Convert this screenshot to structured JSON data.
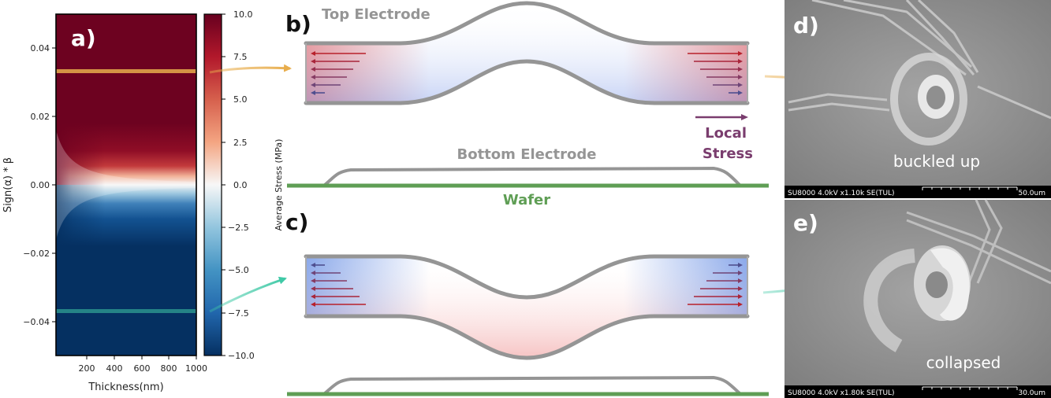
{
  "panel_labels": {
    "a": "a)",
    "b": "b)",
    "c": "c)",
    "d": "d)",
    "e": "e)"
  },
  "heatmap": {
    "xlabel": "Thickness(nm)",
    "ylabel": "Sign(α) * β",
    "x_ticks": [
      "200",
      "400",
      "600",
      "800",
      "1000"
    ],
    "y_ticks": [
      "0.04",
      "0.02",
      "0.00",
      "−0.02",
      "−0.04"
    ],
    "colorbar_label": "Average Stress (MPa)",
    "colorbar_ticks": [
      "10.0",
      "7.5",
      "5.0",
      "2.5",
      "0.0",
      "−2.5",
      "−5.0",
      "−7.5",
      "−10.0"
    ],
    "highlight_colors": {
      "upper": "#e8ad4c",
      "lower": "#3fc9a6"
    }
  },
  "chart_data": {
    "type": "heatmap",
    "xlabel": "Thickness(nm)",
    "ylabel": "Sign(α) * β",
    "xlim": [
      0,
      1000
    ],
    "ylim": [
      -0.05,
      0.05
    ],
    "colorbar": {
      "label": "Average Stress (MPa)",
      "range": [
        -10,
        10
      ],
      "colormap": "RdBu_r"
    },
    "highlighted_rows": [
      {
        "y": 0.033,
        "color": "#e8ad4c"
      },
      {
        "y": -0.037,
        "color": "#3fc9a6"
      }
    ]
  },
  "diagram": {
    "top_electrode": "Top Electrode",
    "bottom_electrode": "Bottom Electrode",
    "wafer": "Wafer",
    "local_stress_line1": "Local",
    "local_stress_line2": "Stress",
    "colors": {
      "electrode": "#959595",
      "wafer": "#5f9e55",
      "stress_label": "#7a3d6e",
      "arrow_yellow": "#e8ad4c",
      "arrow_teal": "#3fc9a6"
    }
  },
  "sem": {
    "d": {
      "caption": "buckled up",
      "info": "SU8000 4.0kV x1.10k SE(TUL)",
      "scale": "50.0um"
    },
    "e": {
      "caption": "collapsed",
      "info": "SU8000 4.0kV x1.80k SE(TUL)",
      "scale": "30.0um"
    }
  }
}
